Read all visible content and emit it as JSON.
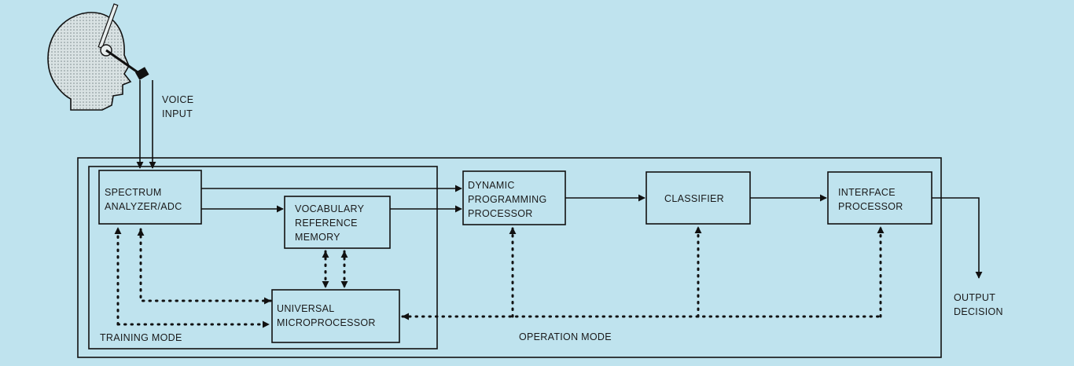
{
  "colors": {
    "background": "#bfe3ee",
    "line": "#111111",
    "head_fill": "#c8d2d4"
  },
  "icons": {
    "head": "head-with-headset-microphone-icon"
  },
  "labels": {
    "voice_input_1": "VOICE",
    "voice_input_2": "INPUT",
    "spectrum_1": "SPECTRUM",
    "spectrum_2": "ANALYZER/ADC",
    "vocab_1": "VOCABULARY",
    "vocab_2": "REFERENCE",
    "vocab_3": "MEMORY",
    "micro_1": "UNIVERSAL",
    "micro_2": "MICROPROCESSOR",
    "dp_1": "DYNAMIC",
    "dp_2": "PROGRAMMING",
    "dp_3": "PROCESSOR",
    "classifier": "CLASSIFIER",
    "interface_1": "INTERFACE",
    "interface_2": "PROCESSOR",
    "training_mode": "TRAINING MODE",
    "operation_mode": "OPERATION MODE",
    "output_1": "OUTPUT",
    "output_2": "DECISION"
  }
}
